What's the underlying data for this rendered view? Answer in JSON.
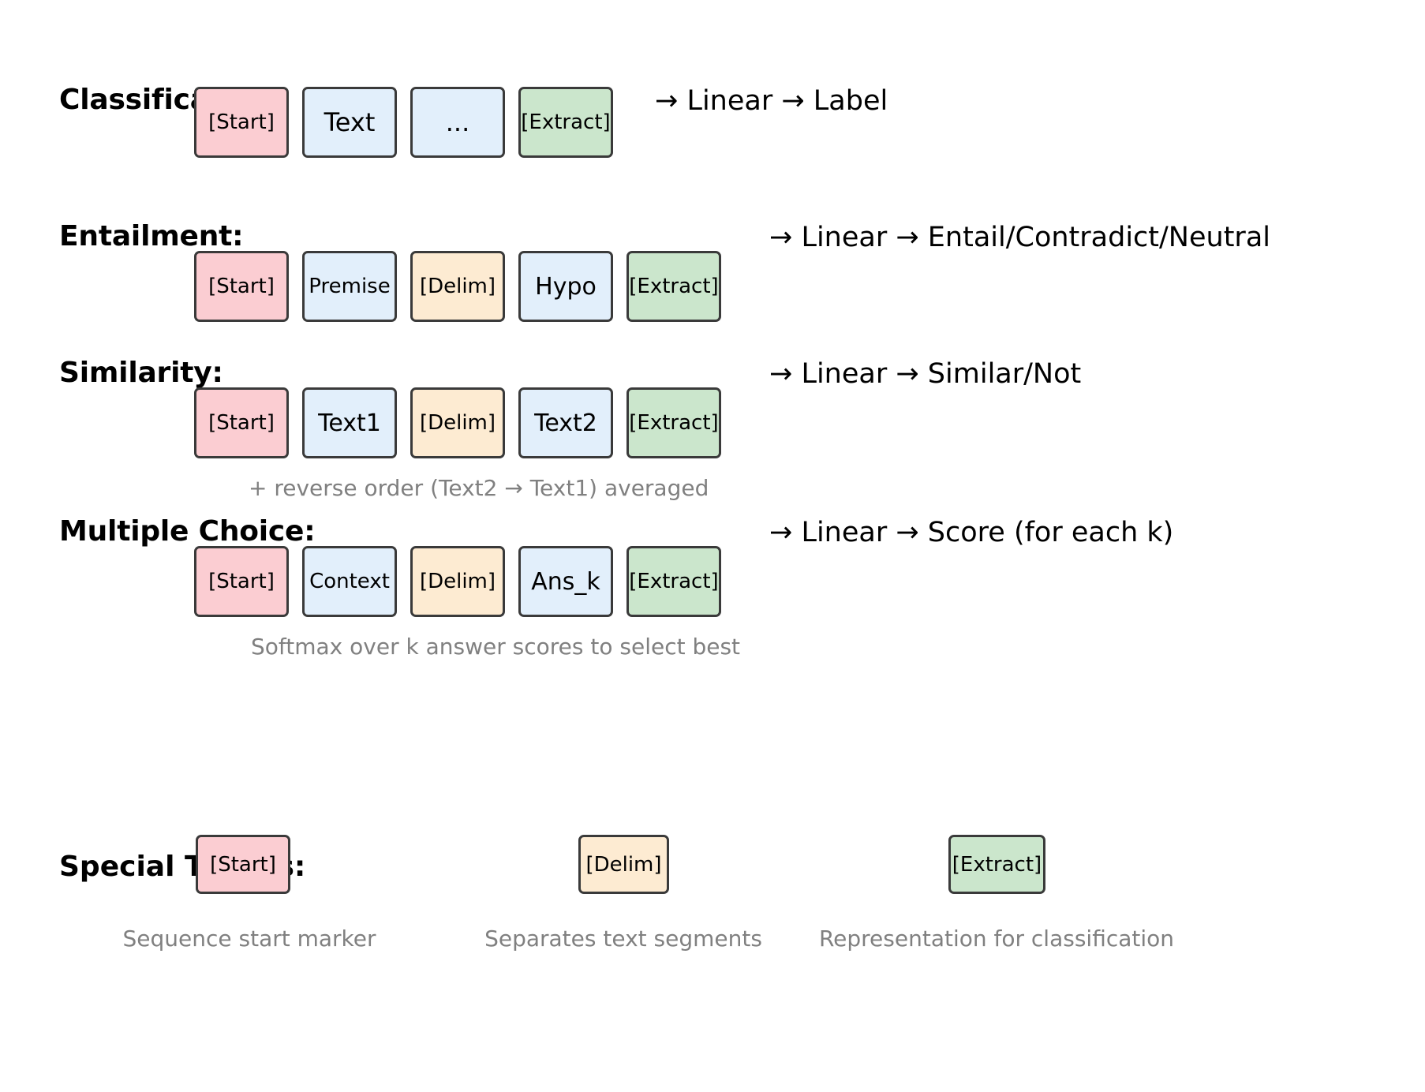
{
  "figure": {
    "background": "#ffffff",
    "border_color": "#3a3a3a",
    "caption_color": "#808080",
    "palette": {
      "start": "#fbcdd2",
      "text": "#e2effb",
      "delim": "#fdebd2",
      "extract": "#cbe6cc"
    }
  },
  "rows": [
    {
      "label": "Classification:",
      "tokens": [
        {
          "text": "[Start]",
          "kind": "start",
          "width": 120,
          "height": 90,
          "font": 26
        },
        {
          "text": "Text",
          "kind": "text",
          "width": 120,
          "height": 90,
          "font": 32
        },
        {
          "text": "...",
          "kind": "text",
          "width": 120,
          "height": 90,
          "font": 32
        },
        {
          "text": "[Extract]",
          "kind": "extract",
          "width": 120,
          "height": 90,
          "font": 26
        }
      ],
      "output": "→ Linear → Label",
      "caption": ""
    },
    {
      "label": "Entailment:",
      "tokens": [
        {
          "text": "[Start]",
          "kind": "start",
          "width": 120,
          "height": 90,
          "font": 26
        },
        {
          "text": "Premise",
          "kind": "text",
          "width": 120,
          "height": 90,
          "font": 26
        },
        {
          "text": "[Delim]",
          "kind": "delim",
          "width": 120,
          "height": 90,
          "font": 26
        },
        {
          "text": "Hypo",
          "kind": "text",
          "width": 120,
          "height": 90,
          "font": 30
        },
        {
          "text": "[Extract]",
          "kind": "extract",
          "width": 120,
          "height": 90,
          "font": 26
        }
      ],
      "output": "→ Linear → Entail/Contradict/Neutral",
      "caption": ""
    },
    {
      "label": "Similarity:",
      "tokens": [
        {
          "text": "[Start]",
          "kind": "start",
          "width": 120,
          "height": 90,
          "font": 26
        },
        {
          "text": "Text1",
          "kind": "text",
          "width": 120,
          "height": 90,
          "font": 30
        },
        {
          "text": "[Delim]",
          "kind": "delim",
          "width": 120,
          "height": 90,
          "font": 26
        },
        {
          "text": "Text2",
          "kind": "text",
          "width": 120,
          "height": 90,
          "font": 30
        },
        {
          "text": "[Extract]",
          "kind": "extract",
          "width": 120,
          "height": 90,
          "font": 26
        }
      ],
      "output": "→ Linear → Similar/Not",
      "caption": "+ reverse order (Text2 → Text1) averaged"
    },
    {
      "label": "Multiple Choice:",
      "tokens": [
        {
          "text": "[Start]",
          "kind": "start",
          "width": 120,
          "height": 90,
          "font": 26
        },
        {
          "text": "Context",
          "kind": "text",
          "width": 120,
          "height": 90,
          "font": 26
        },
        {
          "text": "[Delim]",
          "kind": "delim",
          "width": 120,
          "height": 90,
          "font": 26
        },
        {
          "text": "Ans_k",
          "kind": "text",
          "width": 120,
          "height": 90,
          "font": 30
        },
        {
          "text": "[Extract]",
          "kind": "extract",
          "width": 120,
          "height": 90,
          "font": 26
        }
      ],
      "output": "→ Linear → Score (for each k)",
      "caption": "Softmax over k answer scores to select best"
    }
  ],
  "special_tokens": {
    "label": "Special Tokens:",
    "items": [
      {
        "text": "[Start]",
        "kind": "start",
        "caption": "Sequence start marker"
      },
      {
        "text": "[Delim]",
        "kind": "delim",
        "caption": "Separates text segments"
      },
      {
        "text": "[Extract]",
        "kind": "extract",
        "caption": "Representation for classification"
      }
    ]
  }
}
